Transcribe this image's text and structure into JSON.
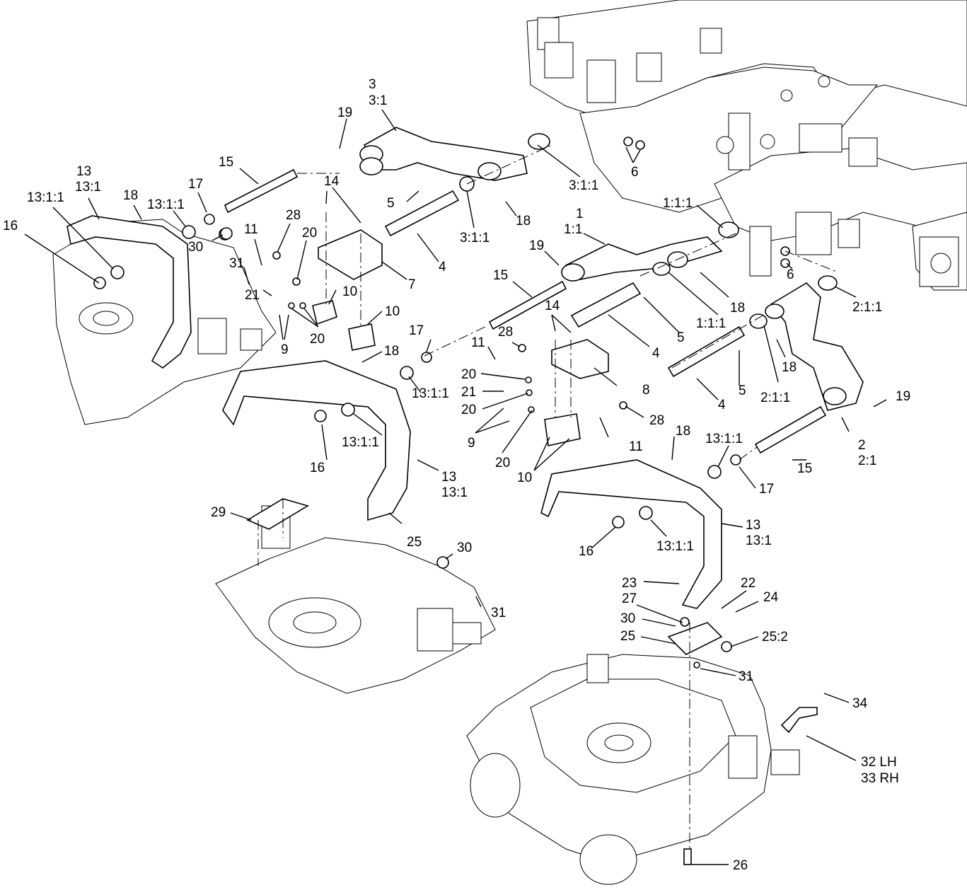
{
  "callouts": {
    "c3": "3",
    "c3_1": "3:1",
    "c19a": "19",
    "c15a": "15",
    "c13a": "13",
    "c13_1a": "13:1",
    "c13_1_1a": "13:1:1",
    "c18a": "18",
    "c13_1_1b": "13:1:1",
    "c17a": "17",
    "c16a": "16",
    "c14a": "14",
    "c5a": "5",
    "c28a": "28",
    "c11a": "11",
    "c30a": "30",
    "c20a": "20",
    "c31a": "31",
    "c21a": "21",
    "c7": "7",
    "c4a": "4",
    "c10a": "10",
    "c10b": "10",
    "c9a": "9",
    "c20b": "20",
    "c3_1_1a": "3:1:1",
    "c3_1_1b": "3:1:1",
    "c18b": "18",
    "c6a": "6",
    "c1_1_1a": "1:1:1",
    "c1": "1",
    "c1_1": "1:1",
    "c19b": "19",
    "c15b": "15",
    "c6b": "6",
    "c18c": "18",
    "c2_1_1a": "2:1:1",
    "c1_1_1b": "1:1:1",
    "c5b": "5",
    "c4b": "4",
    "c17b": "17",
    "c18d": "18",
    "c28b": "28",
    "c11b": "11",
    "c14b": "14",
    "c20c": "20",
    "c21b": "21",
    "c20d": "20",
    "c13_1_1c": "13:1:1",
    "c8": "8",
    "c4c": "4",
    "c5c": "5",
    "c2_1_1b": "2:1:1",
    "c18e": "18",
    "c19c": "19",
    "c9b": "9",
    "c28c": "28",
    "c11c": "11",
    "c20e": "20",
    "c10c": "10",
    "c2": "2",
    "c2_1": "2:1",
    "c15c": "15",
    "c16b": "16",
    "c13_1_1d": "13:1:1",
    "c13b": "13",
    "c13_1b": "13:1",
    "c18f": "18",
    "c13_1_1e": "13:1:1",
    "c17c": "17",
    "c29": "29",
    "c25a": "25",
    "c13c": "13",
    "c13_1c": "13:1",
    "c16c": "16",
    "c13_1_1f": "13:1:1",
    "c30b": "30",
    "c31b": "31",
    "c23": "23",
    "c22": "22",
    "c24": "24",
    "c27": "27",
    "c30c": "30",
    "c25b": "25",
    "c25_2": "25:2",
    "c31c": "31",
    "c34": "34",
    "c32": "32 LH",
    "c33": "33 RH",
    "c26": "26"
  }
}
